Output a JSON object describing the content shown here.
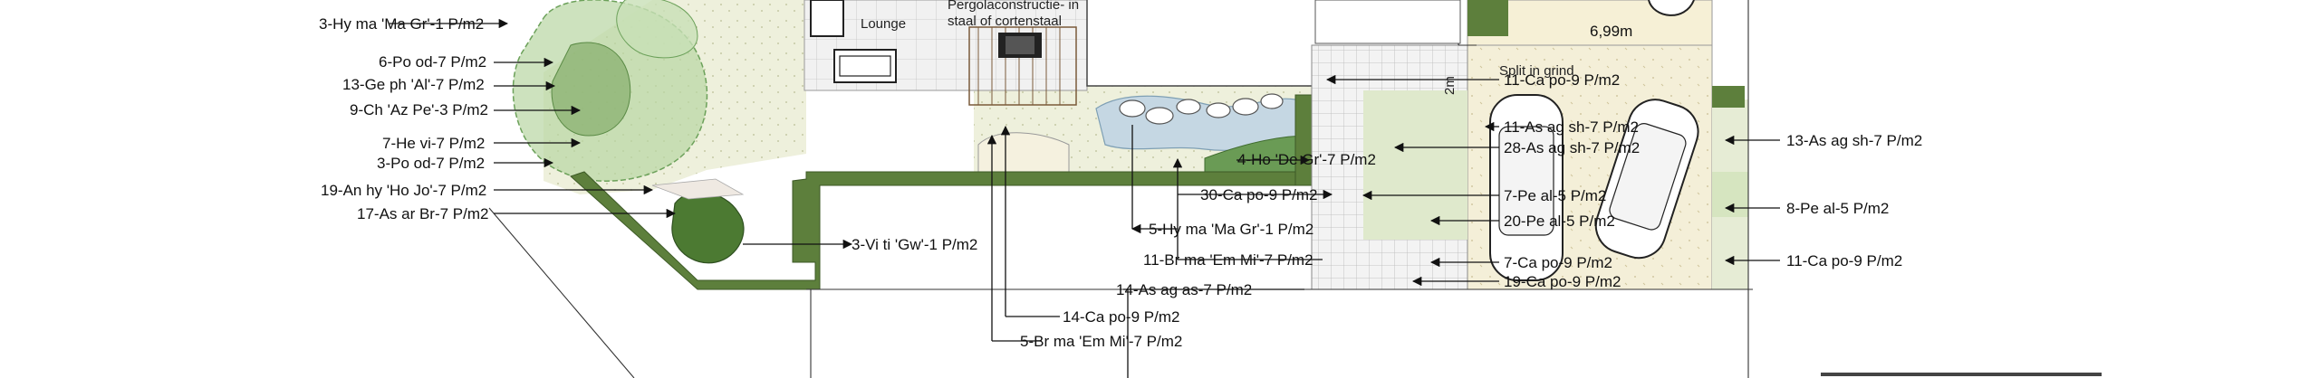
{
  "labels": {
    "l1": "3-Hy ma 'Ma Gr'-1 P/m2",
    "l2": "6-Po od-7 P/m2",
    "l3": "13-Ge ph 'Al'-7 P/m2",
    "l4": "9-Ch 'Az Pe'-3 P/m2",
    "l5": "7-He vi-7 P/m2",
    "l6": "3-Po od-7 P/m2",
    "l7": "19-An hy 'Ho Jo'-7 P/m2",
    "l8": "17-As ar Br-7 P/m2",
    "l9": "3-Vi ti 'Gw'-1 P/m2",
    "l10": "4-Ho 'De Gr'-7 P/m2",
    "l11": "30-Ca po-9 P/m2",
    "l12": "5-Hy ma 'Ma Gr'-1 P/m2",
    "l13": "11-Br ma 'Em Mi'-7 P/m2",
    "l14": "14-As ag as-7 P/m2",
    "l15": "14-Ca po-9 P/m2",
    "l16": "5-Br ma 'Em Mi'-7 P/m2",
    "l17": "11-Ca po-9 P/m2",
    "l18": "11-As ag sh-7 P/m2",
    "l19": "28-As ag sh-7 P/m2",
    "l20": "7-Pe al-5 P/m2",
    "l21": "20-Pe al-5 P/m2",
    "l22": "7-Ca po-9 P/m2",
    "l23": "19-Ca po-9 P/m2",
    "l24": "13-As ag sh-7 P/m2",
    "l25": "8-Pe al-5 P/m2",
    "l26": "11-Ca po-9 P/m2"
  },
  "annotations": {
    "lounge": "Lounge",
    "pergola_line1": "Pergolaconstructie- in",
    "pergola_line2": "staal of cortenstaal",
    "dimension_width": "6,99m",
    "dimension_height": "2m",
    "gravel": "Split in grind"
  },
  "colors": {
    "hedge": "#5d7f3c",
    "lawn": "#eef0dc",
    "paving": "#efefef",
    "gravel": "#f4efd8",
    "water": "#a9c3d6",
    "tree_canopy": "#a6c98f",
    "shrub_dark": "#4c7a32"
  }
}
